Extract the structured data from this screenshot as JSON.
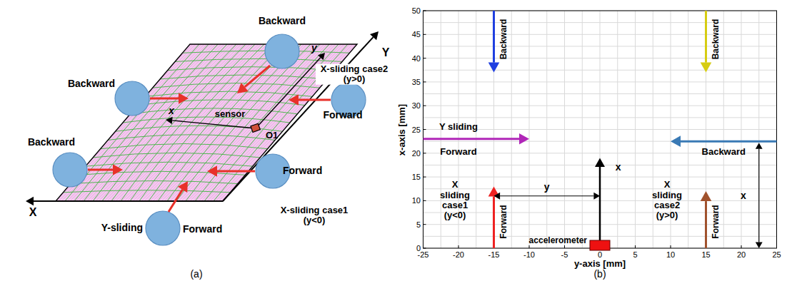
{
  "diagram": {
    "labels": [
      "Backward",
      "y",
      "Y",
      "Backward",
      "X-sliding case2 (y>0)",
      "Forward",
      "sensor",
      "x",
      "O1",
      "Backward",
      "Forward",
      "X",
      "X-sliding case1 (y<0)",
      "Y-sliding",
      "Forward",
      "(a)",
      "50",
      "45",
      "40",
      "35",
      "30",
      "25",
      "20",
      "15",
      "10",
      "5",
      "0",
      "-25",
      "-20",
      "-15",
      "-10",
      "-5",
      "0",
      "5",
      "10",
      "15",
      "20",
      "25",
      "x-axis [mm]",
      "y-axis [mm]",
      "Backward",
      "Backward",
      "Y sliding",
      "Forward",
      "Backward",
      "x",
      "X sliding case1 (y<0)",
      "y",
      "X sliding case2 (y>0)",
      "x",
      "Forward",
      "Forward",
      "accelerometer",
      "(b)"
    ]
  }
}
